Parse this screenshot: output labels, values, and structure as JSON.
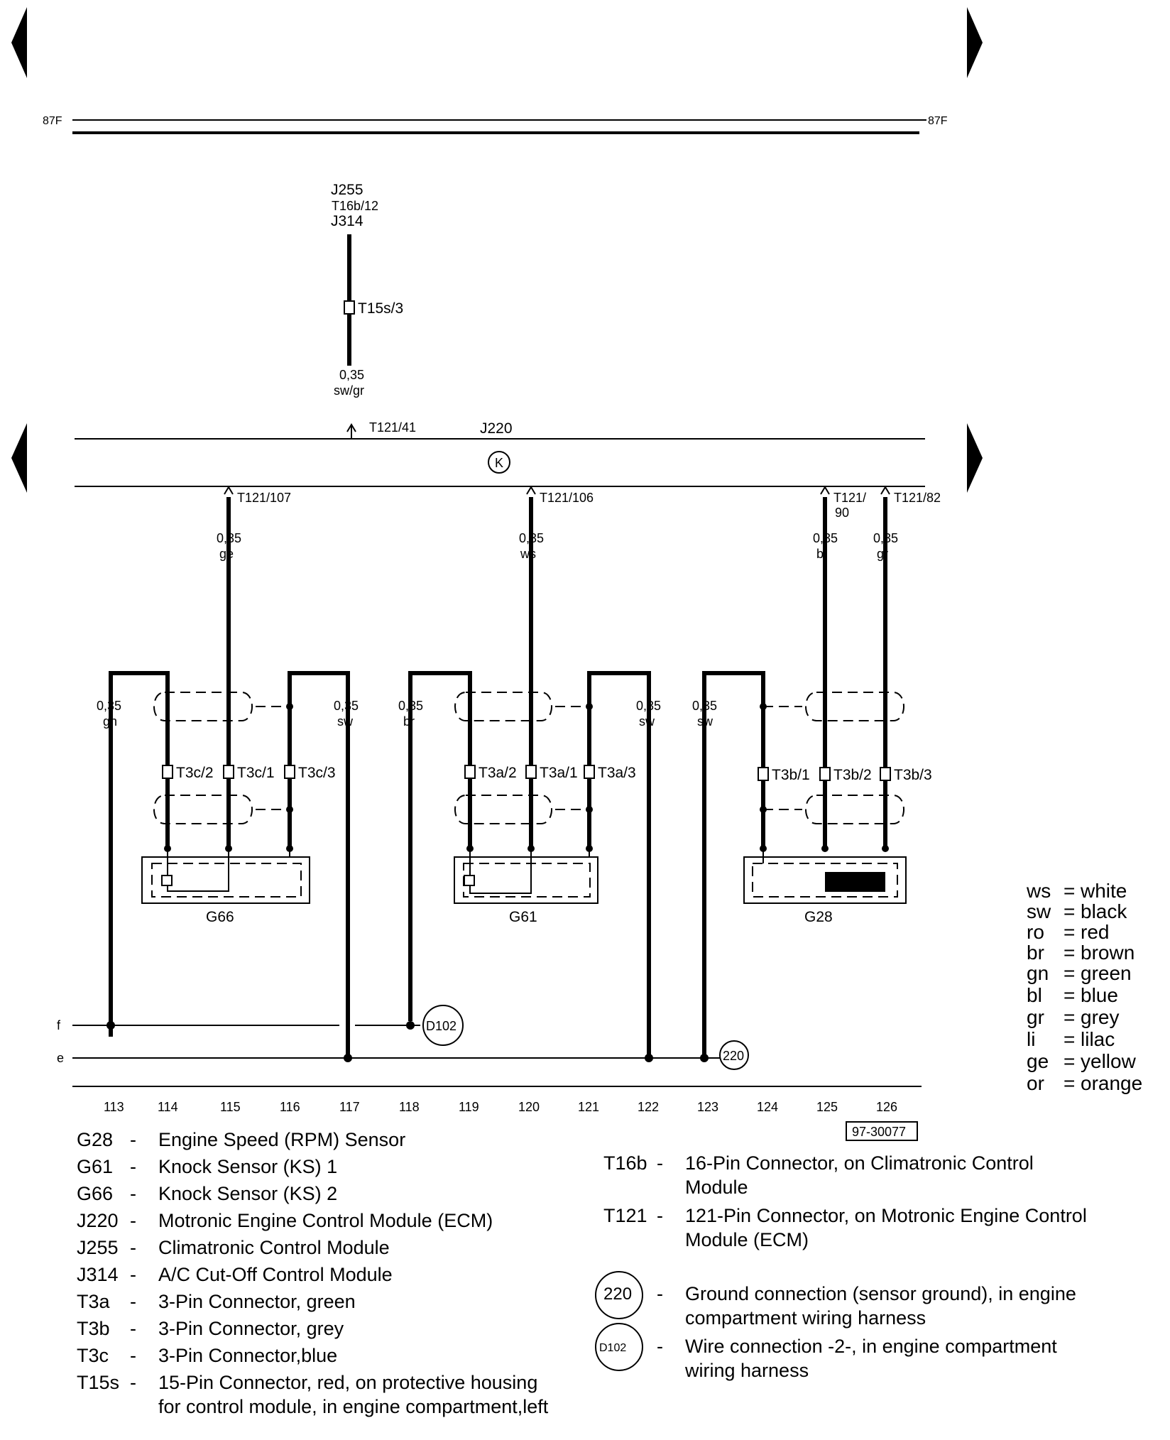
{
  "rail": {
    "left": "87F",
    "right": "87F"
  },
  "top_conn": {
    "j255": "J255",
    "t16b": "T16b/12",
    "j314": "J314",
    "t15s": "T15s/3",
    "size": "0,35",
    "color": "sw/gr"
  },
  "ecm": {
    "pin_in": "T121/41",
    "name": "J220",
    "symbol": "K",
    "pins": [
      "T121/107",
      "T121/106",
      "T121/",
      "90",
      "T121/82"
    ]
  },
  "wires": [
    {
      "size": "0,35",
      "color": "ge"
    },
    {
      "size": "0,35",
      "color": "ws"
    },
    {
      "size": "0,35",
      "color": "bl"
    },
    {
      "size": "0,35",
      "color": "gr"
    },
    {
      "size": "0,35",
      "color": "gn"
    },
    {
      "size": "0,35",
      "color": "sw"
    },
    {
      "size": "0,35",
      "color": "br"
    },
    {
      "size": "0,35",
      "color": "sw"
    },
    {
      "size": "0,35",
      "color": "sw"
    }
  ],
  "connectors": [
    "T3c/2",
    "T3c/1",
    "T3c/3",
    "T3a/2",
    "T3a/1",
    "T3a/3",
    "T3b/1",
    "T3b/2",
    "T3b/3"
  ],
  "sensors": [
    "G66",
    "G61",
    "G28"
  ],
  "grounds": {
    "f": "f",
    "e": "e",
    "d102": "D102",
    "g220": "220"
  },
  "tracks": [
    "113",
    "114",
    "115",
    "116",
    "117",
    "118",
    "119",
    "120",
    "121",
    "122",
    "123",
    "124",
    "125",
    "126"
  ],
  "ref": "97-30077",
  "colors": [
    {
      "code": "ws",
      "name": "white"
    },
    {
      "code": "sw",
      "name": "black"
    },
    {
      "code": "ro",
      "name": "red"
    },
    {
      "code": "br",
      "name": "brown"
    },
    {
      "code": "gn",
      "name": "green"
    },
    {
      "code": "bl",
      "name": "blue"
    },
    {
      "code": "gr",
      "name": "grey"
    },
    {
      "code": "li",
      "name": "lilac"
    },
    {
      "code": "ge",
      "name": "yellow"
    },
    {
      "code": "or",
      "name": "orange"
    }
  ],
  "legend_left": [
    {
      "code": "G28",
      "text": "Engine Speed (RPM) Sensor"
    },
    {
      "code": "G61",
      "text": "Knock Sensor (KS) 1"
    },
    {
      "code": "G66",
      "text": "Knock Sensor (KS) 2"
    },
    {
      "code": "J220",
      "text": "Motronic Engine Control Module (ECM)"
    },
    {
      "code": "J255",
      "text": "Climatronic Control Module"
    },
    {
      "code": "J314",
      "text": "A/C Cut-Off Control Module"
    },
    {
      "code": "T3a",
      "text": "3-Pin Connector, green"
    },
    {
      "code": "T3b",
      "text": "3-Pin Connector, grey"
    },
    {
      "code": "T3c",
      "text": "3-Pin Connector,blue"
    },
    {
      "code": "T15s",
      "text": "15-Pin Connector, red, on protective housing",
      "text2": "for control module, in engine compartment,left"
    }
  ],
  "legend_right": [
    {
      "code": "T16b",
      "text": "16-Pin Connector, on Climatronic Control",
      "text2": "Module"
    },
    {
      "code": "T121",
      "text": "121-Pin Connector, on Motronic Engine Control",
      "text2": "Module (ECM)"
    },
    {
      "code": "220",
      "text": "Ground connection (sensor ground), in engine",
      "text2": "compartment wiring harness"
    },
    {
      "code": "D102",
      "text": "Wire connection -2-, in engine compartment",
      "text2": "wiring harness"
    }
  ]
}
